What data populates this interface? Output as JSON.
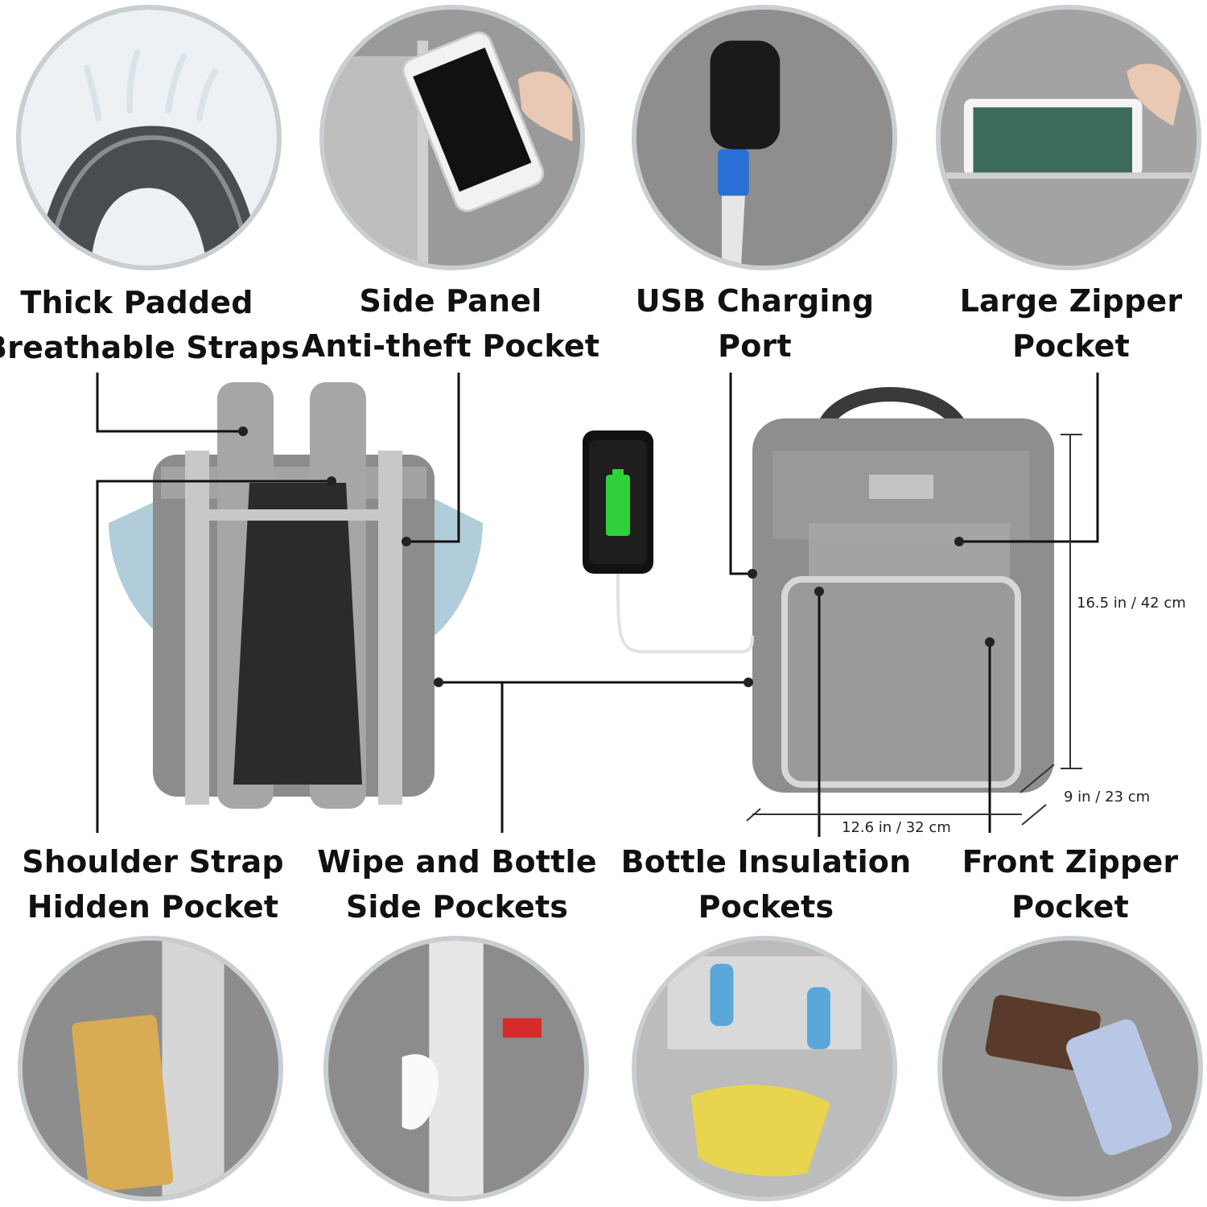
{
  "features": {
    "straps": {
      "line1": "Thick Padded",
      "line2": "Breathable Straps"
    },
    "side_panel": {
      "line1": "Side Panel",
      "line2": "Anti-theft Pocket"
    },
    "usb": {
      "line1": "USB Charging",
      "line2": "Port"
    },
    "large_zipper": {
      "line1": "Large Zipper",
      "line2": "Pocket"
    },
    "shoulder": {
      "line1": "Shoulder Strap",
      "line2": "Hidden Pocket"
    },
    "wipe": {
      "line1": "Wipe and Bottle",
      "line2": "Side Pockets"
    },
    "bottle": {
      "line1": "Bottle Insulation",
      "line2": "Pockets"
    },
    "front_zipper": {
      "line1": "Front Zipper",
      "line2": "Pocket"
    }
  },
  "dimensions": {
    "height": "16.5 in / 42 cm",
    "depth": "9 in / 23 cm",
    "width": "12.6 in / 32 cm"
  },
  "colors": {
    "bag_gray": "#8c8c8c",
    "strap_light": "#c8c8c8",
    "circle_border": "#c9ced1",
    "battery_green": "#2fd13a"
  }
}
